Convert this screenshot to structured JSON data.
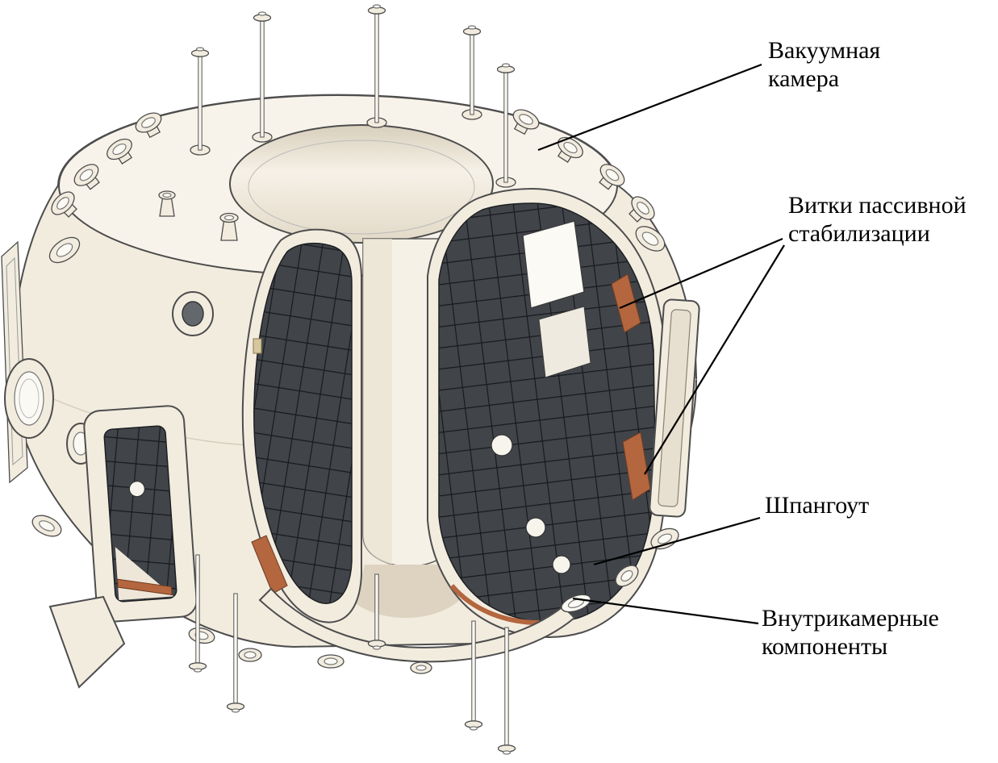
{
  "figure": {
    "description": "Cutaway CAD rendering of a tokamak vacuum vessel with callout labels",
    "language": "ru"
  },
  "colors": {
    "background": "#ffffff",
    "vessel-cream": "#f2ecdf",
    "vessel-light": "#f8f3ea",
    "vessel-shade": "#e8e0d0",
    "grid-dark": "#41454a",
    "grid-line": "#17191c",
    "copper": "#b4663f",
    "outline": "#4d4d4d",
    "label-text": "#000000",
    "leader-line": "#000000"
  },
  "labels": [
    {
      "id": "vacuum-chamber",
      "lines": [
        "Вакуумная",
        "камера"
      ]
    },
    {
      "id": "passive-stabilization-coils",
      "lines": [
        "Витки пассивной",
        "стабилизации"
      ]
    },
    {
      "id": "frame-rib",
      "lines": [
        "Шпангоут"
      ]
    },
    {
      "id": "in-vessel-components",
      "lines": [
        "Внутрикамерные",
        "компоненты"
      ]
    }
  ]
}
